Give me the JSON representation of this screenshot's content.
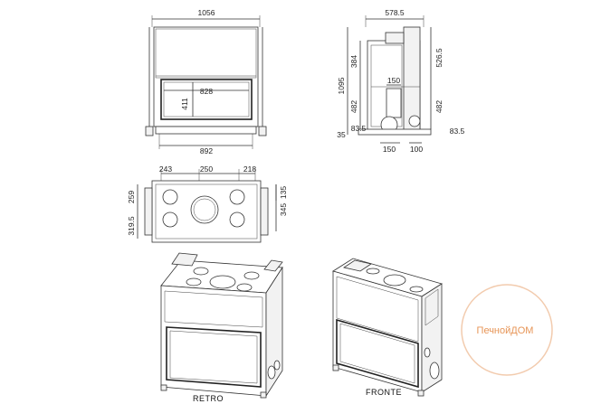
{
  "front_view": {
    "overall_width": "1056",
    "glass_width": "828",
    "glass_height": "411",
    "base_width": "892"
  },
  "side_view": {
    "depth": "578.5",
    "height": "1095",
    "upper_part": "384",
    "lower_left": "482",
    "right_upper": "526.5",
    "right_lower": "482",
    "collar_diameter": "150",
    "base_left": "83.5",
    "base_height": "35",
    "base_right": "83.5",
    "bottom_150": "150",
    "bottom_100": "100"
  },
  "top_view": {
    "left_spacing": "243",
    "center_spacing": "250",
    "right_spacing": "218",
    "left_upper": "259",
    "left_lower": "319.5",
    "right_upper": "135",
    "right_lower": "345"
  },
  "iso_views": {
    "retro_label": "RETRO",
    "fronte_label": "FRONTE"
  },
  "watermark": {
    "brand_text": "ПечнойДОМ",
    "color": "#e3833a"
  }
}
